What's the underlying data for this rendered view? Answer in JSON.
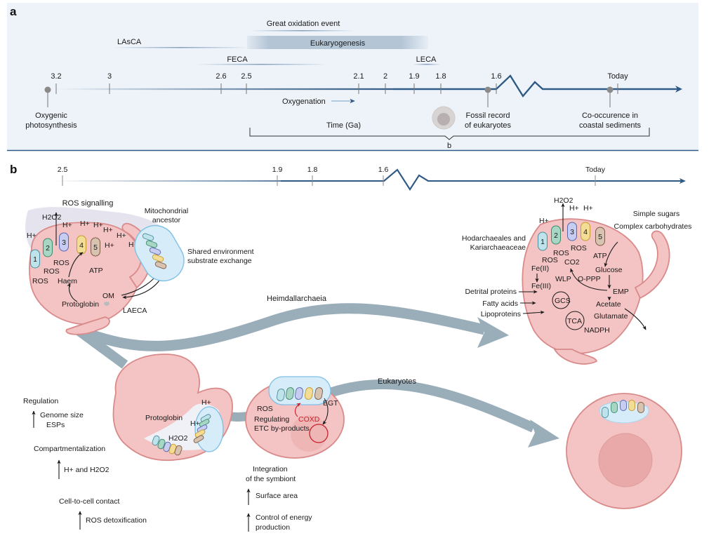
{
  "panel_a": {
    "label": "a",
    "ranges": {
      "great_oxidation_event": "Great oxidation event",
      "lasca": "LAsCA",
      "eukaryogenesis": "Eukaryogenesis",
      "feca": "FECA",
      "leca": "LECA"
    },
    "ticks": [
      "3.2",
      "3",
      "2.6",
      "2.5",
      "2.1",
      "2",
      "1.9",
      "1.8",
      "1.6",
      "Today"
    ],
    "events": {
      "oxygenic": [
        "Oxygenic",
        "photosynthesis"
      ],
      "fossil": [
        "Fossil record",
        "of eukaryotes"
      ],
      "cooccurrence": [
        "Co-occurence in",
        "coastal sediments"
      ]
    },
    "oxygenation": "Oxygenation",
    "time_axis": "Time (Ga)",
    "bracket_label": "b"
  },
  "panel_b": {
    "label": "b",
    "ticks": [
      "2.5",
      "1.9",
      "1.8",
      "1.6",
      "Today"
    ],
    "early_cell": {
      "ros_signalling": "ROS signalling",
      "complex_numbers": [
        "1",
        "2",
        "3",
        "4",
        "5"
      ],
      "h2o2": "H2O2",
      "hplus": "H+",
      "ros": "ROS",
      "atp": "ATP",
      "haem": "Haem",
      "protoglobin": "Protoglobin",
      "om": "OM",
      "laeca": "LAECA",
      "mito_ancestor": [
        "Mitochondrial",
        "ancestor"
      ],
      "shared_env": [
        "Shared environment",
        "substrate exchange"
      ]
    },
    "heimdall_label": "Heimdallarchaeia",
    "modern_archaeon": {
      "lineage": [
        "Hodarchaeales and",
        "Kariarchaeaceae"
      ],
      "sugars": [
        "Simple sugars",
        "Complex carbohydrates"
      ],
      "inputs": [
        "Detrital proteins",
        "Fatty acids",
        "Lipoproteins"
      ],
      "metabolites": {
        "co2": "CO2",
        "fe2": "Fe(II)",
        "fe3": "Fe(III)",
        "wlp": "WLP",
        "oppp": "O-PPP",
        "glucose": "Glucose",
        "emp": "EMP",
        "gcs": "GCS",
        "acetate": "Acetate",
        "glutamate": "Glutamate",
        "tca": "TCA",
        "nadph": "NADPH"
      }
    },
    "engulfment_cell": {
      "protoglobin": "Protoglobin",
      "hplus": "H+",
      "h2o2": "H2O2"
    },
    "symbiont_cell": {
      "ros": "ROS",
      "egt": "EGT",
      "coxd": "COXD",
      "regulating": [
        "Regulating",
        "ETC by-products"
      ]
    },
    "eukaryotes_label": "Eukaryotes",
    "steps": {
      "regulation": "Regulation",
      "genome": [
        "Genome size",
        "ESPs"
      ],
      "compartment": "Compartmentalization",
      "h_and_h2o2": "H+ and H2O2",
      "contact": "Cell-to-cell contact",
      "ros_detox": "ROS detoxification",
      "integration": [
        "Integration",
        "of the symbiont"
      ],
      "surface": "Surface area",
      "energy": [
        "Control of energy",
        "production"
      ]
    }
  },
  "colors": {
    "axis": "#2f5a85",
    "panel_bg": "#eef3f9",
    "trunk": "#9aaeba",
    "cell": "#f4c3c3",
    "cell_stroke": "#d98a8a",
    "mito": "#d6ecf8",
    "complex": [
      "#bfe3ea",
      "#a7d6c4",
      "#c7cdf0",
      "#f3dc96",
      "#d8c2b0"
    ],
    "coxd": "#c8202a"
  }
}
